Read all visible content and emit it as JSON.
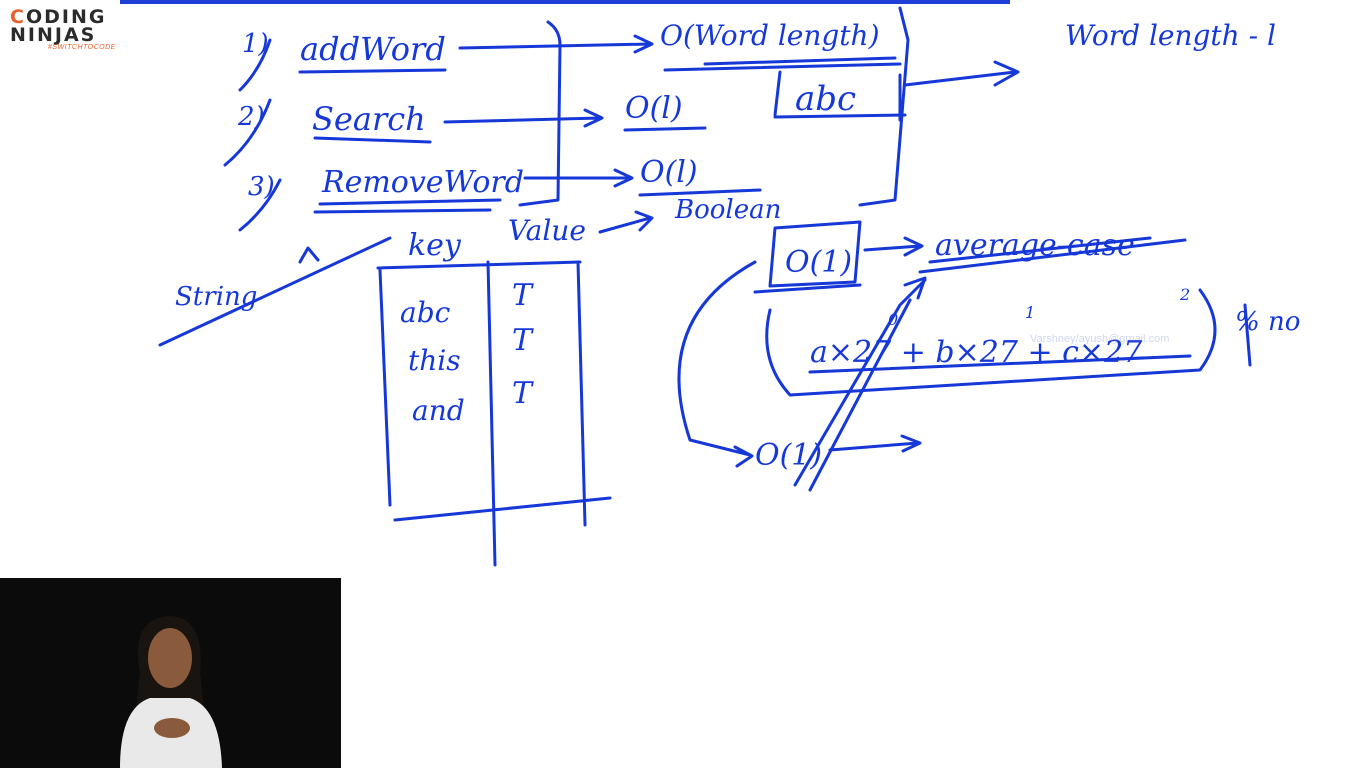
{
  "logo": {
    "line1_first": "C",
    "line1_rest": "ODING",
    "line2": "NINJAS",
    "tagline": "#SWITCHTOCODE"
  },
  "board": {
    "ops": [
      {
        "num": "1)",
        "name": "addWord",
        "complexity": "O(Word length)"
      },
      {
        "num": "2)",
        "name": "Search",
        "complexity": "O(l)"
      },
      {
        "num": "3)",
        "name": "RemoveWord",
        "complexity": "O(l)"
      }
    ],
    "word_length_note": "Word length - l",
    "abc_box": "abc",
    "boolean": "Boolean",
    "key_label": "key",
    "value_label": "Value",
    "string_label": "String",
    "table_keys": [
      "abc",
      "this",
      "and"
    ],
    "table_values": [
      "T",
      "T",
      "T"
    ],
    "o1_top": "O(1)",
    "average_case": "average-case",
    "hash_formula": "a×27 + b×27 + c×27",
    "exp0": "0",
    "exp1": "1",
    "exp2": "2",
    "mod_no": "% no",
    "o1_bottom": "O(1)"
  },
  "watermark": "Varshney/ayush@gmail.com",
  "colors": {
    "ink": "#1638d8",
    "logo_accent": "#e8612c",
    "webcam_bg": "#0b0b0b"
  }
}
